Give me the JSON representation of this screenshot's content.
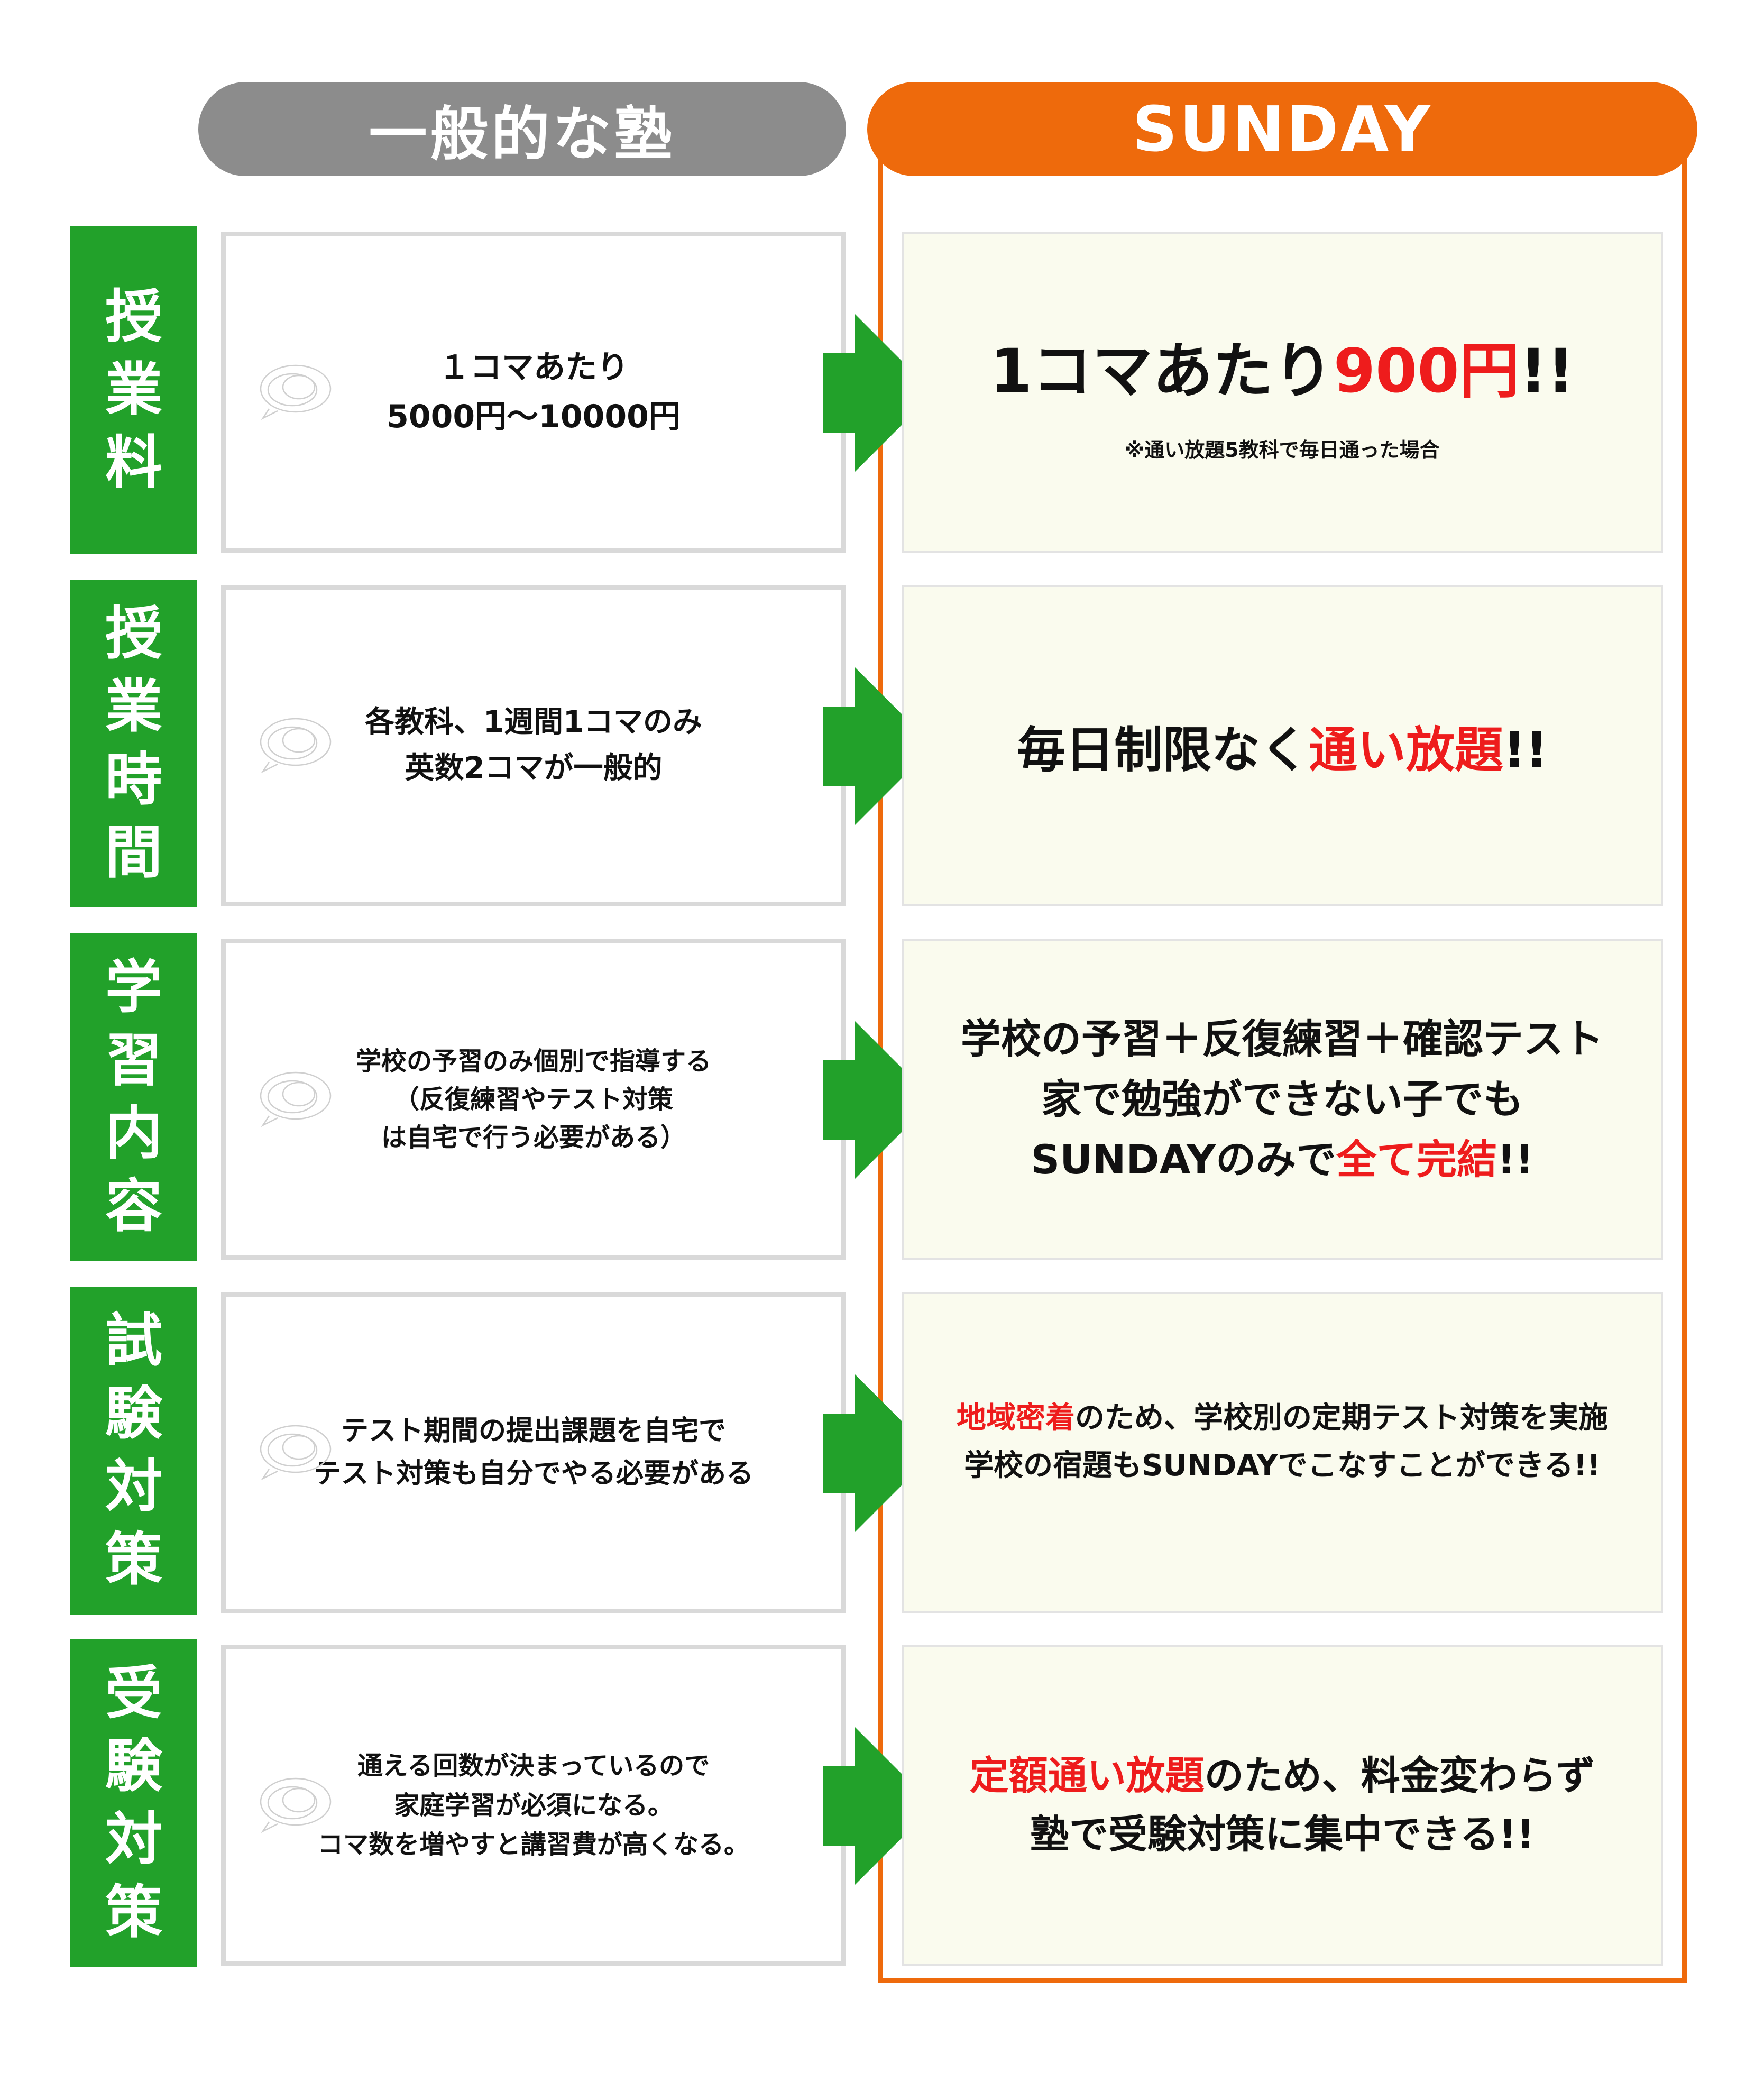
{
  "headers": {
    "general": "一般的な塾",
    "sunday": "SUNDAY"
  },
  "colors": {
    "label_green": "#22a12a",
    "sunday_orange": "#ee6a0c",
    "general_gray": "#8c8c8c",
    "highlight_red": "#ee1c1c",
    "sunday_box_bg": "#fafbee"
  },
  "rows": [
    {
      "label": [
        "授",
        "業",
        "料"
      ],
      "general_text": "１コマあたり\n5000円〜10000円",
      "sunday": {
        "part1": "1コマあたり",
        "part2_red": "900円",
        "part3": "!!",
        "note": "※通い放題5教科で毎日通った場合"
      }
    },
    {
      "label": [
        "授",
        "業",
        "時",
        "間"
      ],
      "general_text": "各教科、1週間1コマのみ\n英数2コマが一般的",
      "sunday": {
        "part1": "毎日制限なく",
        "part2_red": "通い放題",
        "part3": "!!"
      }
    },
    {
      "label": [
        "学",
        "習",
        "内",
        "容"
      ],
      "general_text": "学校の予習のみ個別で指導する\n（反復練習やテスト対策\nは自宅で行う必要がある）",
      "sunday": {
        "line1": "学校の予習＋反復練習＋確認テスト",
        "line2": "家で勉強ができない子でも",
        "line3_part1": "SUNDAYのみで",
        "line3_red": "全て完結",
        "line3_part3": "!!"
      }
    },
    {
      "label": [
        "試",
        "験",
        "対",
        "策"
      ],
      "general_text": "テスト期間の提出課題を自宅で\nテスト対策も自分でやる必要がある",
      "sunday": {
        "line1_red": "地域密着",
        "line1_rest": "のため、学校別の定期テスト対策を実施",
        "line2": "学校の宿題もSUNDAYでこなすことができる!!"
      }
    },
    {
      "label": [
        "受",
        "験",
        "対",
        "策"
      ],
      "general_text": "通える回数が決まっているので\n家庭学習が必須になる。\nコマ数を増やすと講習費が高くなる。",
      "sunday": {
        "line1_red": "定額通い放題",
        "line1_rest": "のため、料金変わらず",
        "line2": "塾で受験対策に集中できる!!"
      }
    }
  ]
}
